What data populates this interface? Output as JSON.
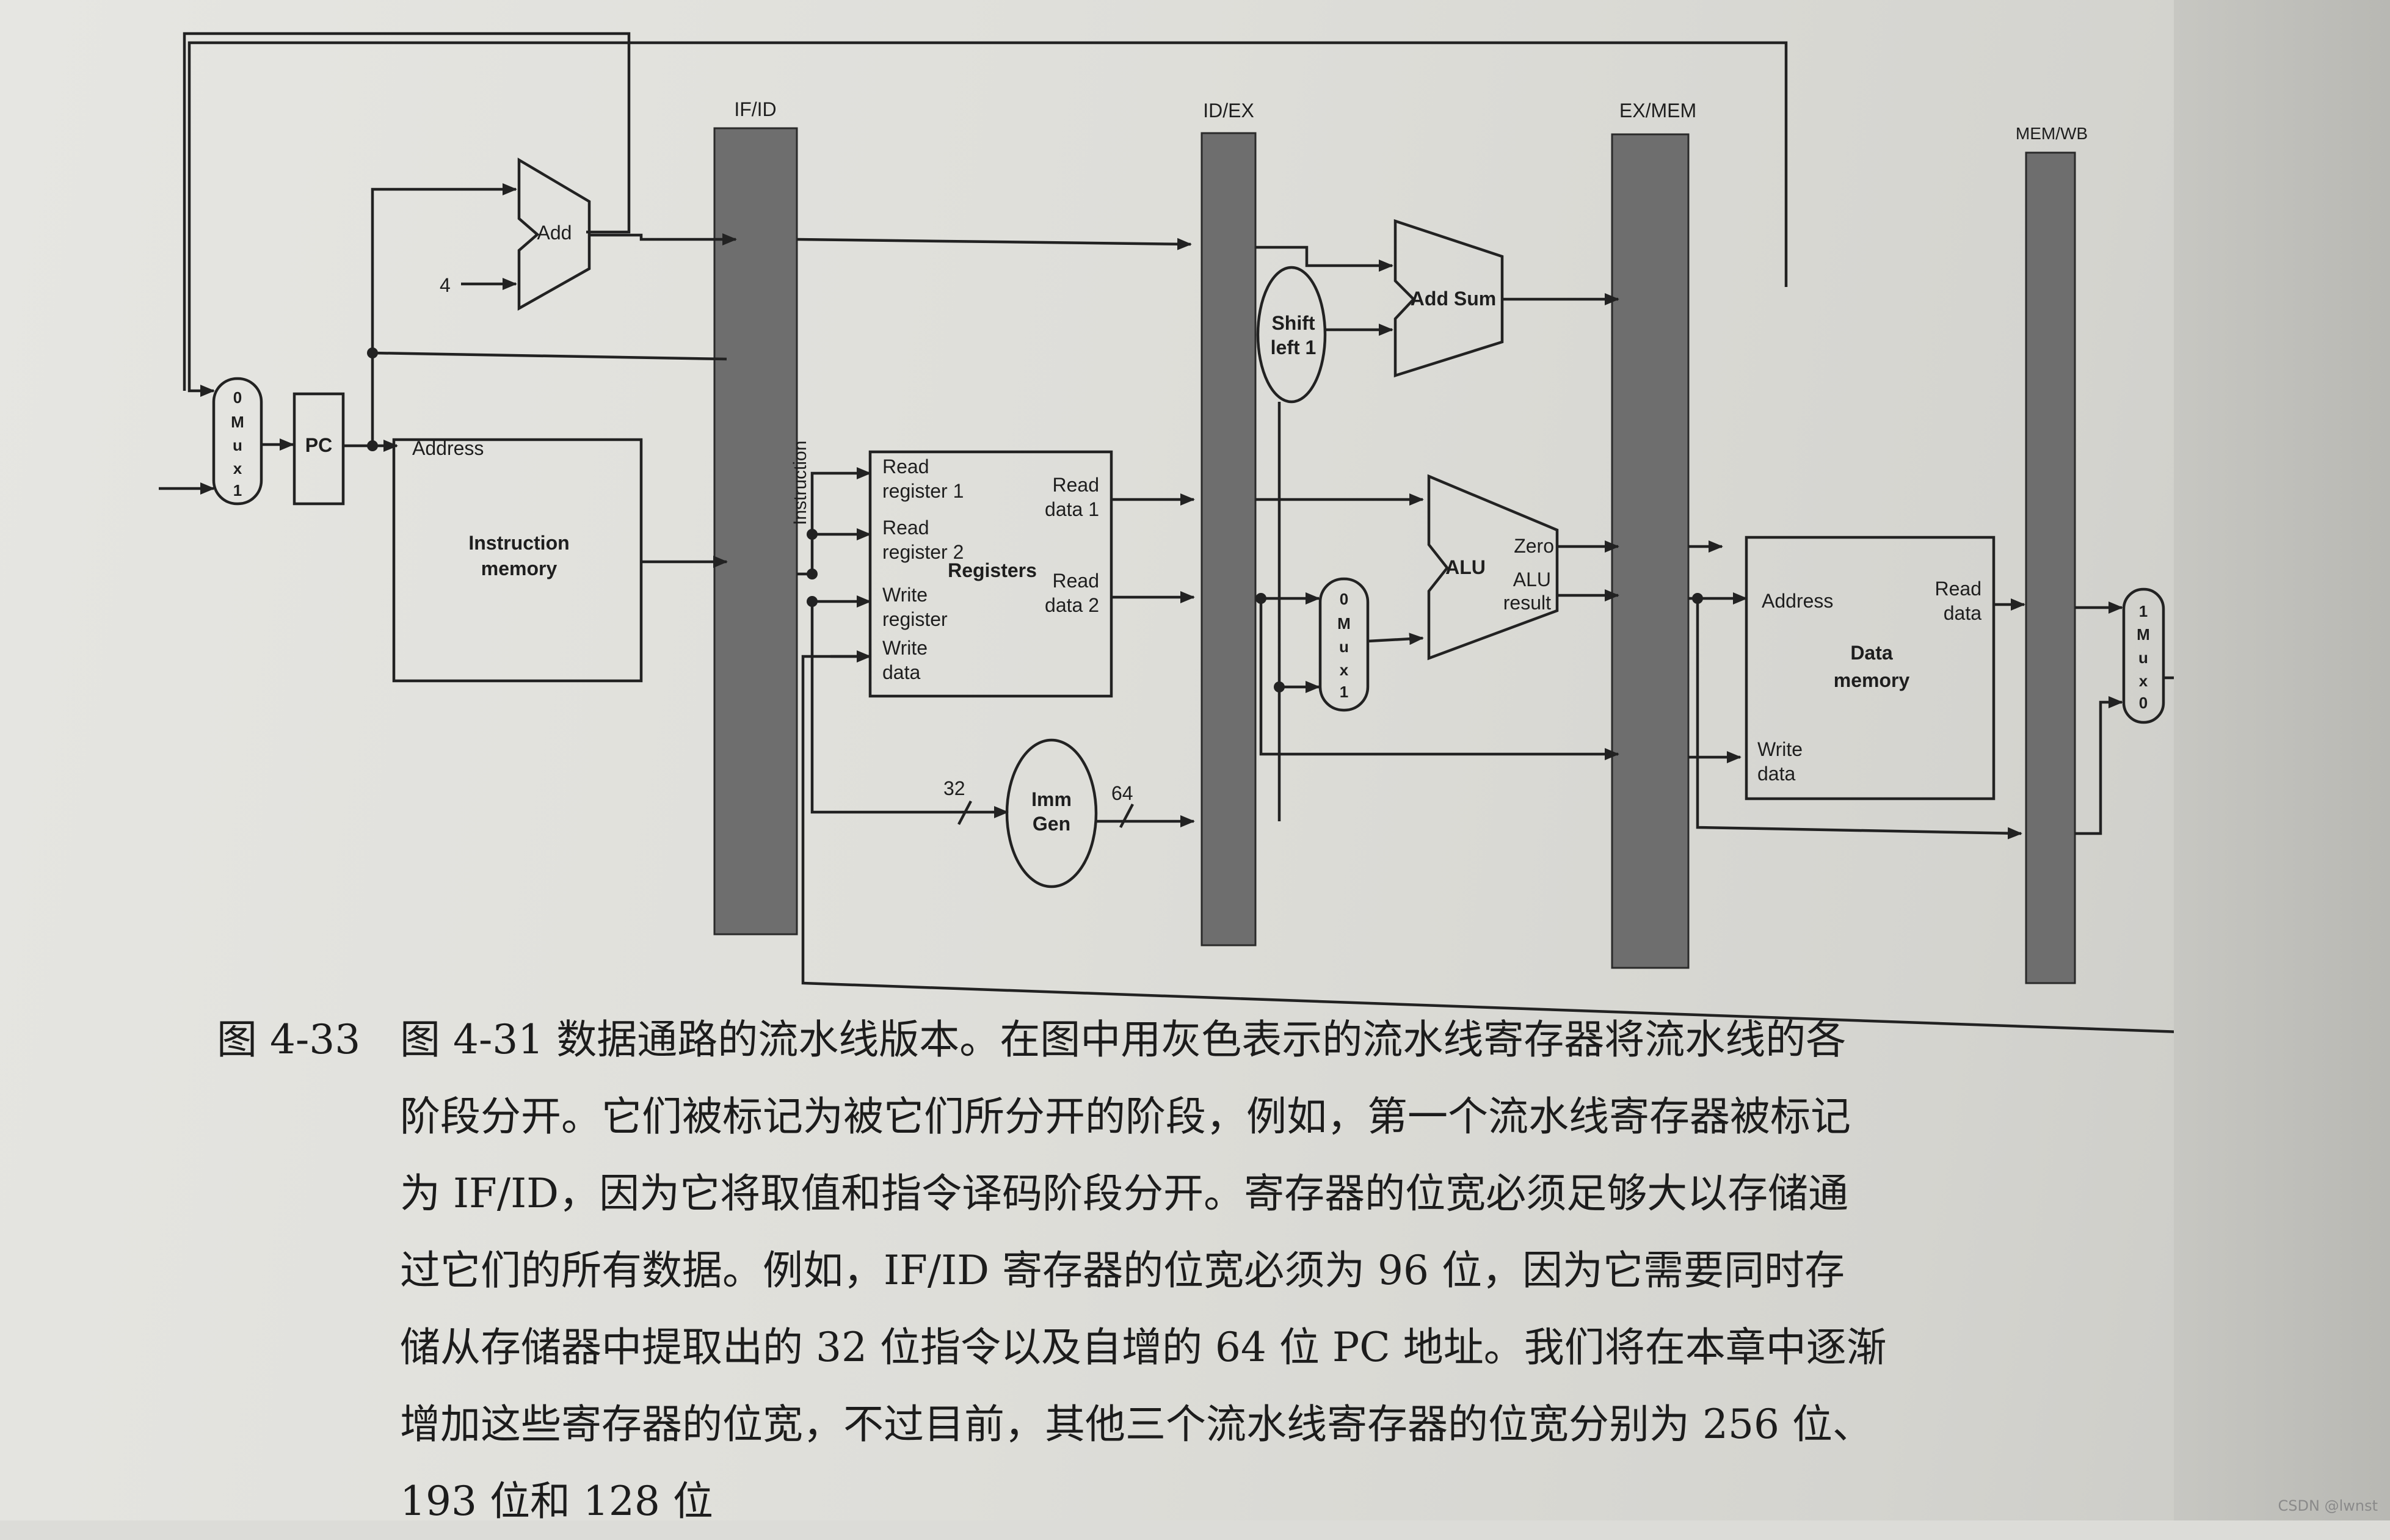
{
  "diagram": {
    "pipeline_registers": [
      "IF/ID",
      "ID/EX",
      "EX/MEM",
      "MEM/WB"
    ],
    "instruction_label": "Instruction",
    "pc": "PC",
    "add": "Add",
    "four": "4",
    "add_sum": "Add Sum",
    "shift_left": [
      "Shift",
      "left 1"
    ],
    "instruction_memory": {
      "address": "Address",
      "title": [
        "Instruction",
        "memory"
      ]
    },
    "registers": {
      "title": "Registers",
      "read_register_1": [
        "Read",
        "register 1"
      ],
      "read_register_2": [
        "Read",
        "register 2"
      ],
      "write_register": [
        "Write",
        "register"
      ],
      "write_data": [
        "Write",
        "data"
      ],
      "read_data_1": [
        "Read",
        "data 1"
      ],
      "read_data_2": [
        "Read",
        "data 2"
      ]
    },
    "imm_gen": [
      "Imm",
      "Gen"
    ],
    "bus_32": "32",
    "bus_64": "64",
    "alu": {
      "title": "ALU",
      "zero": "Zero",
      "result": [
        "ALU",
        "result"
      ]
    },
    "data_memory": {
      "address": "Address",
      "read_data": [
        "Read",
        "data"
      ],
      "title": [
        "Data",
        "memory"
      ],
      "write_data": [
        "Write",
        "data"
      ]
    },
    "mux_if": [
      "0",
      "M",
      "u",
      "x",
      "1"
    ],
    "mux_ex": [
      "0",
      "M",
      "u",
      "x",
      "1"
    ],
    "mux_wb": [
      "1",
      "M",
      "u",
      "x",
      "0"
    ]
  },
  "caption": {
    "label": "图 4-33",
    "lines": [
      "图 4-31 数据通路的流水线版本。在图中用灰色表示的流水线寄存器将流水线的各",
      "阶段分开。它们被标记为被它们所分开的阶段，例如，第一个流水线寄存器被标记",
      "为 IF/ID，因为它将取值和指令译码阶段分开。寄存器的位宽必须足够大以存储通",
      "过它们的所有数据。例如，IF/ID 寄存器的位宽必须为 96 位，因为它需要同时存",
      "储从存储器中提取出的 32 位指令以及自增的 64 位 PC 地址。我们将在本章中逐渐",
      "增加这些寄存器的位宽，不过目前，其他三个流水线寄存器的位宽分别为 256 位、",
      "193 位和 128 位"
    ]
  },
  "watermark": "CSDN @lwnst"
}
